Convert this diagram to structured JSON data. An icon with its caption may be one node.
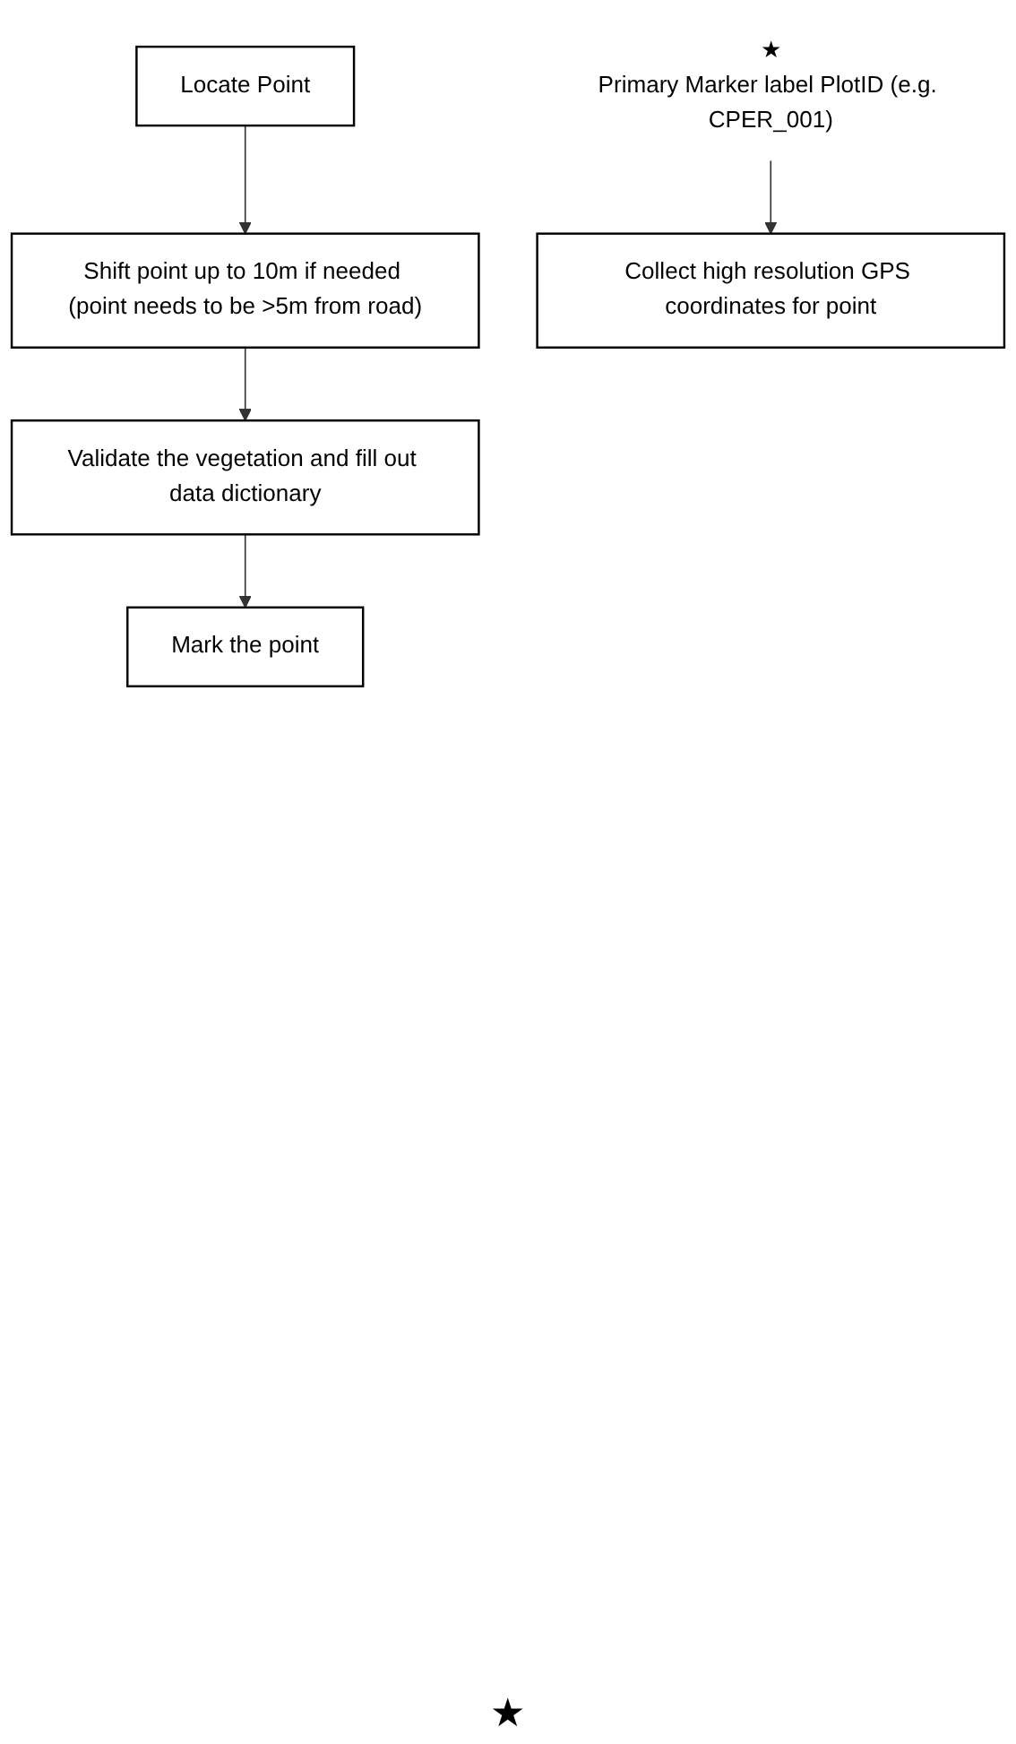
{
  "diagram": {
    "nodes": [
      {
        "text": [
          "Locate Point"
        ]
      },
      {
        "text": [
          "Shift point up to 10m if needed (point needs to be >5m from road)"
        ]
      },
      {
        "text": [
          "Validate the vegetation and fill out data dictionary"
        ]
      },
      {
        "text": [
          "Mark the point"
        ]
      },
      {
        "text": [
          "★",
          "Primary Marker label PlotID (e.g. CPER_001)"
        ]
      },
      {
        "text": [
          "Collect high resolution GPS coordinates for point"
        ]
      }
    ],
    "edges": [
      {
        "from": 0,
        "to": 1,
        "arrow": "to"
      },
      {
        "from": 1,
        "to": 2,
        "arrow": "to"
      },
      {
        "from": 2,
        "to": 3,
        "arrow": "to"
      },
      {
        "from": 4,
        "to": 5,
        "arrow": "to"
      }
    ],
    "labels": [
      "★"
    ]
  }
}
